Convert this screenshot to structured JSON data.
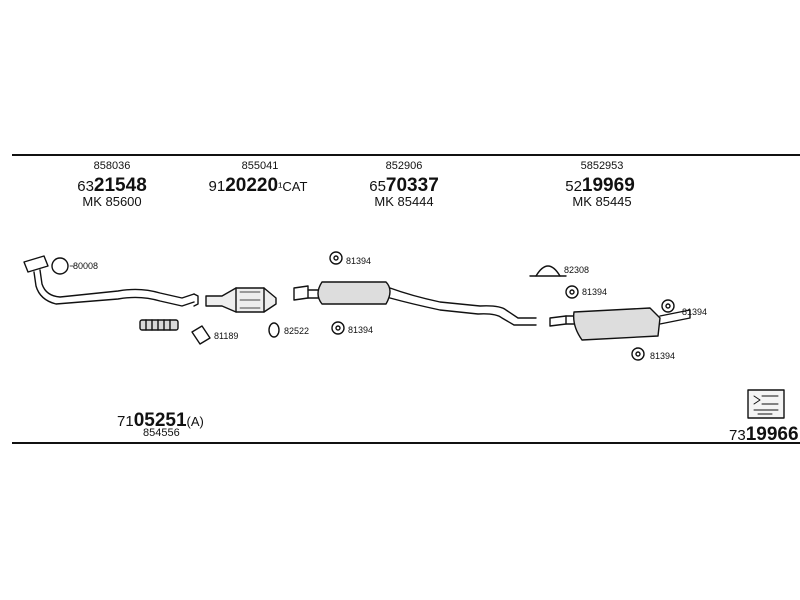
{
  "groups": [
    {
      "sub": "858036",
      "prefix": "63",
      "main": "21548",
      "suffix": "",
      "kit": "MK 85600"
    },
    {
      "sub": "855041",
      "prefix": "91",
      "main": "20220",
      "suffix": "¹CAT",
      "kit": ""
    },
    {
      "sub": "852906",
      "prefix": "65",
      "main": "70337",
      "suffix": "",
      "kit": "MK 85444"
    },
    {
      "sub": "5852953",
      "prefix": "52",
      "main": "19969",
      "suffix": "",
      "kit": "MK 85445"
    }
  ],
  "callouts": {
    "c80008": "80008",
    "c81189": "81189",
    "c82522": "82522",
    "c81394a": "81394",
    "c81394b": "81394",
    "c82308": "82308",
    "c81394c": "81394",
    "c81394d": "81394",
    "c81394e": "81394"
  },
  "bottom_left": {
    "prefix": "71",
    "main": "05251",
    "suffix": "(A)",
    "sub": "854556"
  },
  "bottom_right": {
    "prefix": "73",
    "main": "19966"
  },
  "stroke_color": "#111111"
}
